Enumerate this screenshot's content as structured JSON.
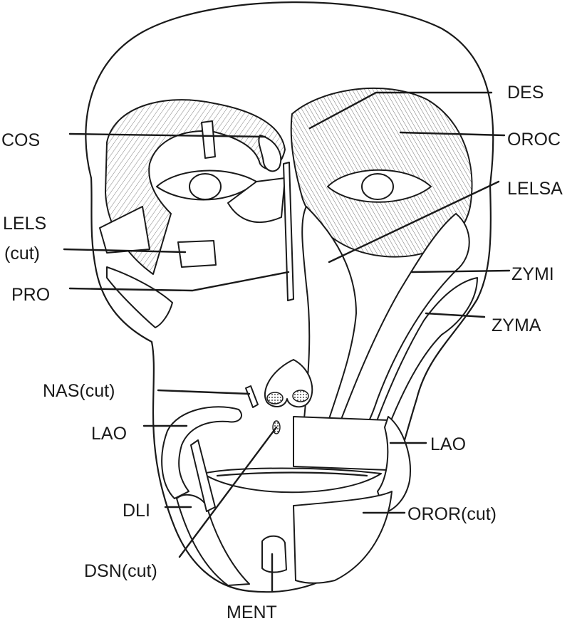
{
  "labels": {
    "des": "DES",
    "cos": "COS",
    "oroc": "OROC",
    "lelsa": "LELSA",
    "lels_line1": "LELS",
    "lels_line2": "(cut)",
    "zymi": "ZYMI",
    "pro": "PRO",
    "zyma": "ZYMA",
    "nas_cut": "NAS(cut)",
    "lao_left": "LAO",
    "lao_right": "LAO",
    "dli": "DLI",
    "oror_cut": "OROR(cut)",
    "dsn_cut": "DSN(cut)",
    "ment": "MENT"
  }
}
